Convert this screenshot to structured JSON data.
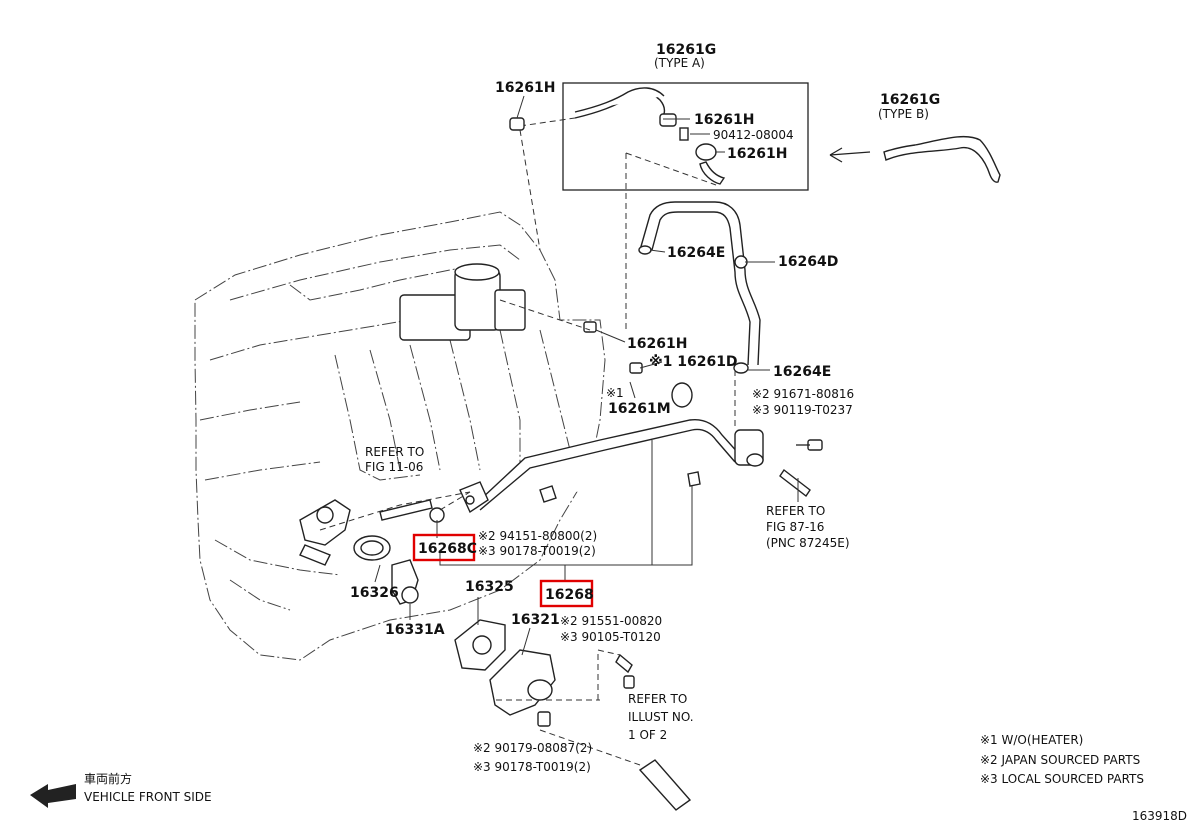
{
  "labels": {
    "p16261G_top": "16261G",
    "typeA": "(TYPE A)",
    "p16261H_a": "16261H",
    "p16261H_b": "16261H",
    "p90412": "90412-08004",
    "p16261H_c": "16261H",
    "p16261G_b": "16261G",
    "typeB": "(TYPE B)",
    "p16264E_a": "16264E",
    "p16264D": "16264D",
    "p16261H_d": "16261H",
    "p16261D": "※1 16261D",
    "p16261M_mark": "※1",
    "p16261M": "16261M",
    "p16264E_b": "16264E",
    "p91671": "※2 91671-80816",
    "p90119": "※3 90119-T0237",
    "refer_fig11_1": "REFER TO",
    "refer_fig11_2": "FIG 11-06",
    "refer_fig87_1": "REFER TO",
    "refer_fig87_2": "FIG 87-16",
    "refer_fig87_3": "(PNC 87245E)",
    "p16268C": "16268C",
    "p94151": "※2 94151-80800(2)",
    "p90178a": "※3 90178-T0019(2)",
    "p16268": "16268",
    "p16326": "16326",
    "p16325": "16325",
    "p16331A": "16331A",
    "p16321": "16321",
    "p91551": "※2 91551-00820",
    "p90105": "※3 90105-T0120",
    "refer_illust_1": "REFER TO",
    "refer_illust_2": "ILLUST NO.",
    "refer_illust_3": "1 OF 2",
    "p90179": "※2 90179-08087(2)",
    "p90178b": "※3 90178-T0019(2)"
  },
  "legend": {
    "note1": "※1 W/O(HEATER)",
    "note2": "※2 JAPAN SOURCED PARTS",
    "note3": "※3 LOCAL SOURCED PARTS"
  },
  "footer": {
    "front_jp": "車両前方",
    "front_en": "VEHICLE FRONT SIDE",
    "figure_id": "163918D"
  },
  "highlight_color": "#e00000"
}
